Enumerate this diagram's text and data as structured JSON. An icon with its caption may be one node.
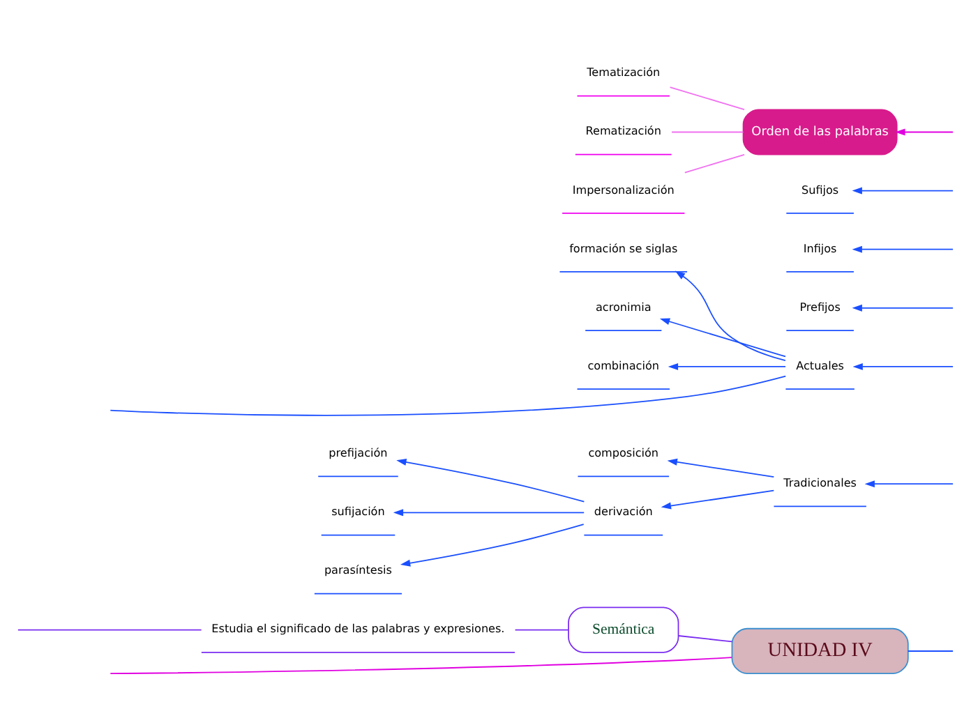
{
  "diagram": {
    "nodes": [
      {
        "text": [
          "UNIDAD IV"
        ]
      },
      {
        "text": [
          "Semántica"
        ]
      },
      {
        "text": [
          "Estudia el significado de las palabras y expresiones."
        ]
      },
      {
        "text": [
          "Tradicionales"
        ]
      },
      {
        "text": [
          "composición"
        ]
      },
      {
        "text": [
          "derivación"
        ]
      },
      {
        "text": [
          "prefijación"
        ]
      },
      {
        "text": [
          "sufijación"
        ]
      },
      {
        "text": [
          "parasíntesis"
        ]
      },
      {
        "text": [
          "Actuales"
        ]
      },
      {
        "text": [
          "formación se siglas"
        ]
      },
      {
        "text": [
          "acronimia"
        ]
      },
      {
        "text": [
          "combinación"
        ]
      },
      {
        "text": [
          "Prefijos"
        ]
      },
      {
        "text": [
          "Infijos"
        ]
      },
      {
        "text": [
          "Sufijos"
        ]
      },
      {
        "text": [
          "Orden de las palabras"
        ]
      },
      {
        "text": [
          "Tematización"
        ]
      },
      {
        "text": [
          "Rematización"
        ]
      },
      {
        "text": [
          "Impersonalización"
        ]
      }
    ],
    "edges": [
      {
        "from": 0,
        "to": null,
        "arrow": "none",
        "color": "#e000e0"
      },
      {
        "from": null,
        "to": 0,
        "arrow": "none"
      },
      {
        "from": 0,
        "to": 1,
        "arrow": "none",
        "color": "#7a2cf0"
      },
      {
        "from": 1,
        "to": 2,
        "arrow": "none",
        "color": "#7a2cf0"
      },
      {
        "from": 2,
        "to": null,
        "arrow": "none",
        "color": "#7a2cf0"
      },
      {
        "from": null,
        "to": 3,
        "arrow": "to"
      },
      {
        "from": 3,
        "to": 4,
        "arrow": "to"
      },
      {
        "from": 3,
        "to": 5,
        "arrow": "to"
      },
      {
        "from": 5,
        "to": 6,
        "arrow": "to"
      },
      {
        "from": 5,
        "to": 7,
        "arrow": "to"
      },
      {
        "from": 5,
        "to": 8,
        "arrow": "to"
      },
      {
        "from": 9,
        "to": null,
        "arrow": "none"
      },
      {
        "from": null,
        "to": 9,
        "arrow": "to"
      },
      {
        "from": 9,
        "to": 10,
        "arrow": "to"
      },
      {
        "from": 9,
        "to": 11,
        "arrow": "to"
      },
      {
        "from": 9,
        "to": 12,
        "arrow": "to"
      },
      {
        "from": null,
        "to": 13,
        "arrow": "to"
      },
      {
        "from": null,
        "to": 14,
        "arrow": "to"
      },
      {
        "from": null,
        "to": 15,
        "arrow": "to"
      },
      {
        "from": null,
        "to": 16,
        "arrow": "to",
        "color": "#e000e0"
      },
      {
        "from": 16,
        "to": 17,
        "arrow": "none",
        "color": "#f070f0"
      },
      {
        "from": 16,
        "to": 18,
        "arrow": "none",
        "color": "#f070f0"
      },
      {
        "from": 16,
        "to": 19,
        "arrow": "none",
        "color": "#f070f0"
      }
    ]
  }
}
